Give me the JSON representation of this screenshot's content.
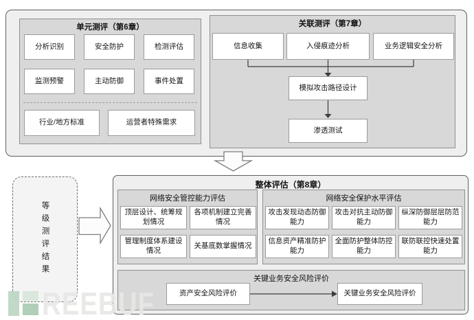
{
  "style": {
    "panel_fill": "#efefef",
    "section_fill": "#d8d8d8",
    "box_fill": "#ffffff",
    "border_dark": "#5f5f5f",
    "watermark_green": "#aecdb6"
  },
  "top": {
    "unit": {
      "title": "单元测评（第6章）",
      "row1": [
        "分析识别",
        "安全防护",
        "检测评估"
      ],
      "row2": [
        "监测预警",
        "主动防御",
        "事件处置"
      ],
      "row3": [
        "行业/地方标准",
        "运营者特殊需求"
      ]
    },
    "relate": {
      "title": "关联测评（第7章）",
      "sources": [
        "信息收集",
        "入侵痕迹分析",
        "业务逻辑安全分析"
      ],
      "step1": "模拟攻击路径设计",
      "step2": "渗透测试"
    }
  },
  "bottom": {
    "title": "整体评估（第8章）",
    "input_label": "等级测评结果",
    "manage": {
      "title": "网络安全管控能力评估",
      "items": [
        "顶层设计、统筹规划情况",
        "各项机制建立完善情况",
        "管理制度体系建设情况",
        "关基底数掌握情况"
      ]
    },
    "protect": {
      "title": "网络安全保护水平评估",
      "items": [
        "攻击发现动态防御能力",
        "攻击对抗主动防御能力",
        "纵深防御层层防范能力",
        "信息资产精准防护能力",
        "全面防护整体防控能力",
        "联防联控快速处置能力"
      ]
    },
    "risk": {
      "title": "关键业务安全风险评价",
      "from": "资产安全风险评价",
      "to": "关键业务安全风险评价"
    }
  },
  "watermark": {
    "text": "REEBUF",
    "icon": "freebuf-logo"
  }
}
